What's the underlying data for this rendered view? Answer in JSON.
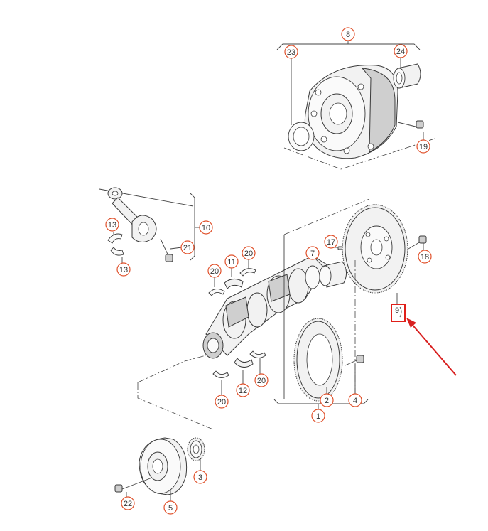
{
  "diagram": {
    "callouts": {
      "c1": "1",
      "c2": "2",
      "c3": "3",
      "c4": "4",
      "c5": "5",
      "c7": "7",
      "c8": "8",
      "c9": "9",
      "c10": "10",
      "c11": "11",
      "c12": "12",
      "c13a": "13",
      "c13b": "13",
      "c17": "17",
      "c18": "18",
      "c19": "19",
      "c20a": "20",
      "c20b": "20",
      "c20c": "20",
      "c20d": "20",
      "c21": "21",
      "c22": "22",
      "c23": "23",
      "c24": "24"
    },
    "colors": {
      "callout_border": "#e0502a",
      "highlight_box": "#e0201a",
      "arrow": "#d82020",
      "line": "#3a3a3a"
    },
    "icons": {
      "pointer": "red-arrow-icon",
      "highlight": "highlight-box-icon"
    }
  }
}
